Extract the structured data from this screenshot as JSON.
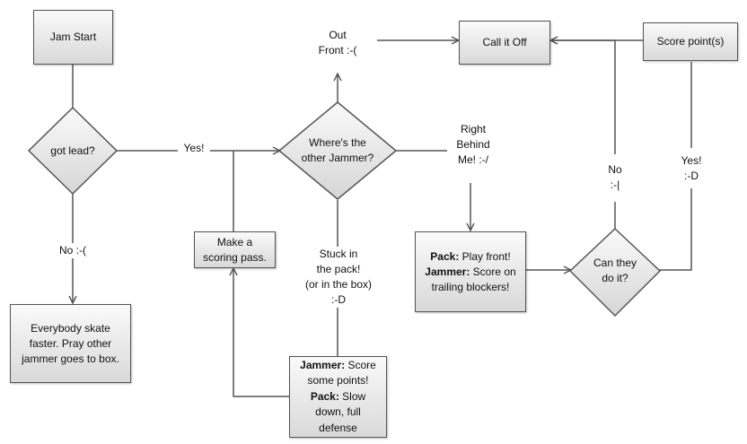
{
  "nodes": {
    "jam_start": "Jam Start",
    "got_lead": "got lead?",
    "everybody": [
      "Everybody skate",
      "faster. Pray other",
      "jammer goes to box."
    ],
    "make_pass": [
      "Make a",
      "scoring pass."
    ],
    "where": [
      "Where's the",
      "other Jammer?"
    ],
    "call_off": "Call it Off",
    "score_points": "Score point(s)",
    "pack_play": {
      "line1_bold": "Pack:",
      "line1_rest": " Play front!",
      "line2_bold": "Jammer:",
      "line2_rest": " Score on",
      "line3": "trailing blockers!"
    },
    "can_they": [
      "Can they",
      "do it?"
    ],
    "jammer_score": {
      "line1_bold": "Jammer:",
      "line1_rest": " Score",
      "line2": "some points!",
      "line3_bold": "Pack:",
      "line3_rest": " Slow",
      "line4": "down, full",
      "line5": "defense"
    }
  },
  "edges": {
    "yes": "Yes!",
    "no_sad": "No :-(",
    "out_front": [
      "Out",
      "Front :-("
    ],
    "right_behind": [
      "Right",
      "Behind",
      "Me! :-/"
    ],
    "stuck": [
      "Stuck in",
      "the pack!",
      "(or in the box)",
      ":-D"
    ],
    "no_meh": [
      "No",
      ":-|"
    ],
    "yes_happy": [
      "Yes!",
      ":-D"
    ]
  }
}
